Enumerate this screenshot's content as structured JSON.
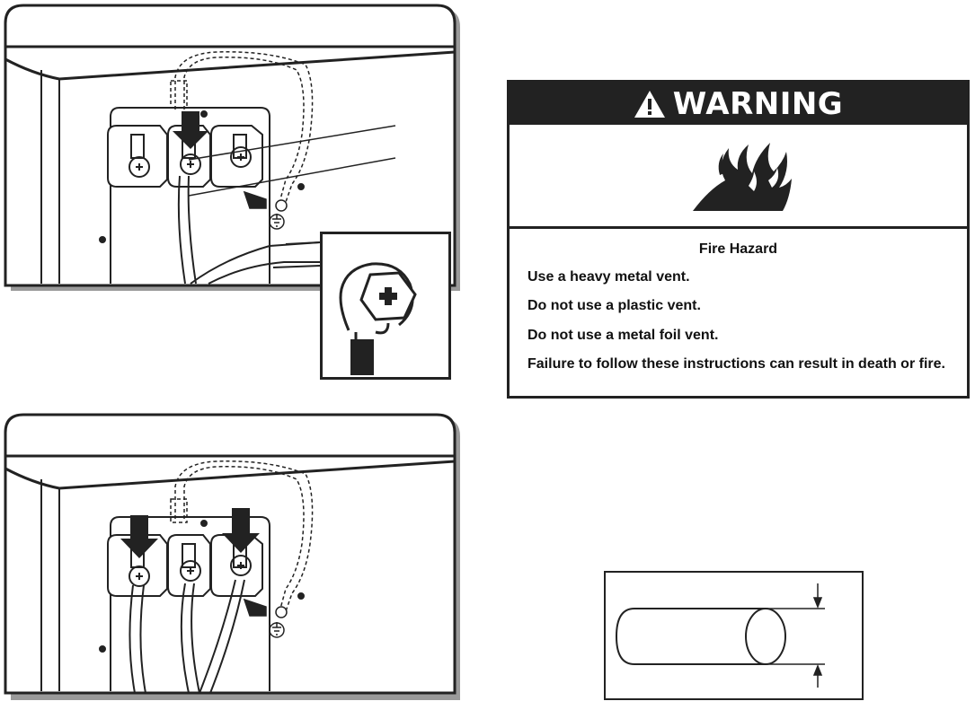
{
  "warning": {
    "title": "WARNING",
    "hazard_title": "Fire Hazard",
    "lines": [
      "Use a heavy metal vent.",
      "Do not use a plastic vent.",
      "Do not use a metal foil vent.",
      "Failure to follow these instructions can result in death or fire."
    ],
    "icons": [
      "alert-triangle-icon",
      "flame-icon"
    ]
  },
  "illustrations": [
    {
      "name": "ground-wire-connection",
      "icons": [
        "ground-symbol-icon"
      ]
    },
    {
      "name": "terminal-screw-detail"
    },
    {
      "name": "outer-wires-connection",
      "icons": [
        "ground-symbol-icon"
      ]
    },
    {
      "name": "vent-diameter-diagram"
    }
  ],
  "colors": {
    "ink": "#222222",
    "paper": "#ffffff",
    "shadow": "#9a9a9a"
  }
}
